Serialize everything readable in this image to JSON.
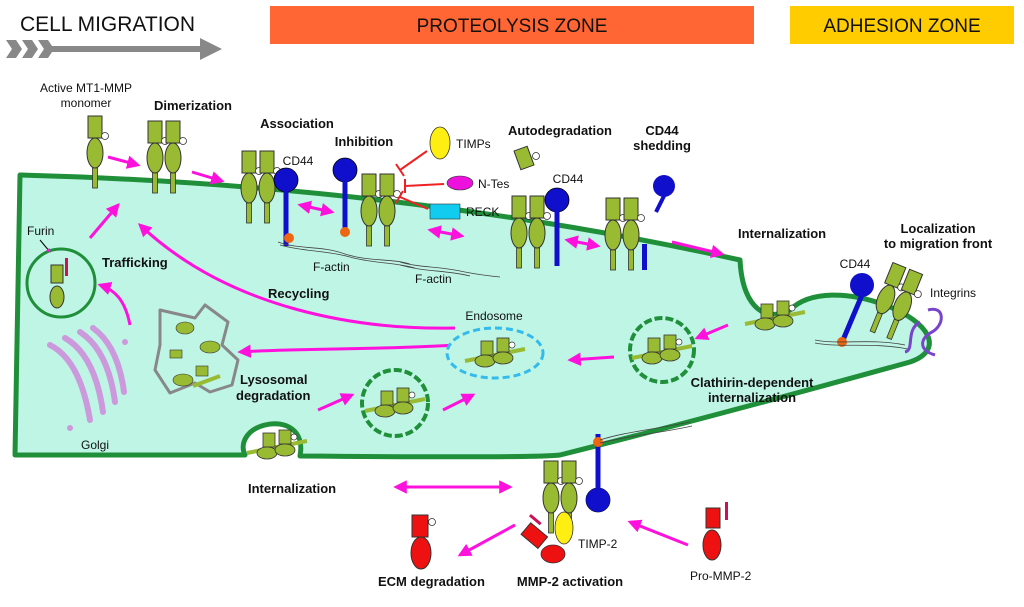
{
  "header": {
    "cell_migration": "CELL MIGRATION",
    "proteolysis_zone": "PROTEOLYSIS ZONE",
    "adhesion_zone": "ADHESION ZONE"
  },
  "colors": {
    "proteolysis_banner": "#FF6633",
    "adhesion_banner": "#FFCC00",
    "cell_fill": "#BFF5E5",
    "membrane": "#1F8F3A",
    "mt1_mmp": "#99BB33",
    "cd44": "#1010CC",
    "arrow": "#FF11DD",
    "mmp2": "#EE1111",
    "timps": "#FFEE11",
    "ntes": "#EE11DD",
    "reck": "#11CCEE",
    "golgi": "#CC99DD",
    "integrins": "#7744CC"
  },
  "labels": {
    "active_monomer_line1": "Active MT1-MMP",
    "active_monomer_line2": "monomer",
    "dimerization": "Dimerization",
    "association": "Association",
    "cd44_assoc": "CD44",
    "inhibition": "Inhibition",
    "timps": "TIMPs",
    "ntes": "N-Tes",
    "reck": "RECK",
    "autodegradation": "Autodegradation",
    "cd44_auto": "CD44",
    "cd44_shedding_line1": "CD44",
    "cd44_shedding_line2": "shedding",
    "internalization_top": "Internalization",
    "localization_line1": "Localization",
    "localization_line2": "to migration front",
    "cd44_front": "CD44",
    "integrins": "Integrins",
    "furin": "Furin",
    "trafficking": "Trafficking",
    "f_actin_1": "F-actin",
    "f_actin_2": "F-actin",
    "recycling": "Recycling",
    "endosome": "Endosome",
    "lysosomal_line1": "Lysosomal",
    "lysosomal_line2": "degradation",
    "clathrin_line1": "Clathirin-dependent",
    "clathrin_line2": "internalization",
    "golgi": "Golgi",
    "internalization_bottom": "Internalization",
    "timp2": "TIMP-2",
    "pro_mmp2": "Pro-MMP-2",
    "ecm_degradation": "ECM degradation",
    "mmp2_activation": "MMP-2 activation"
  }
}
